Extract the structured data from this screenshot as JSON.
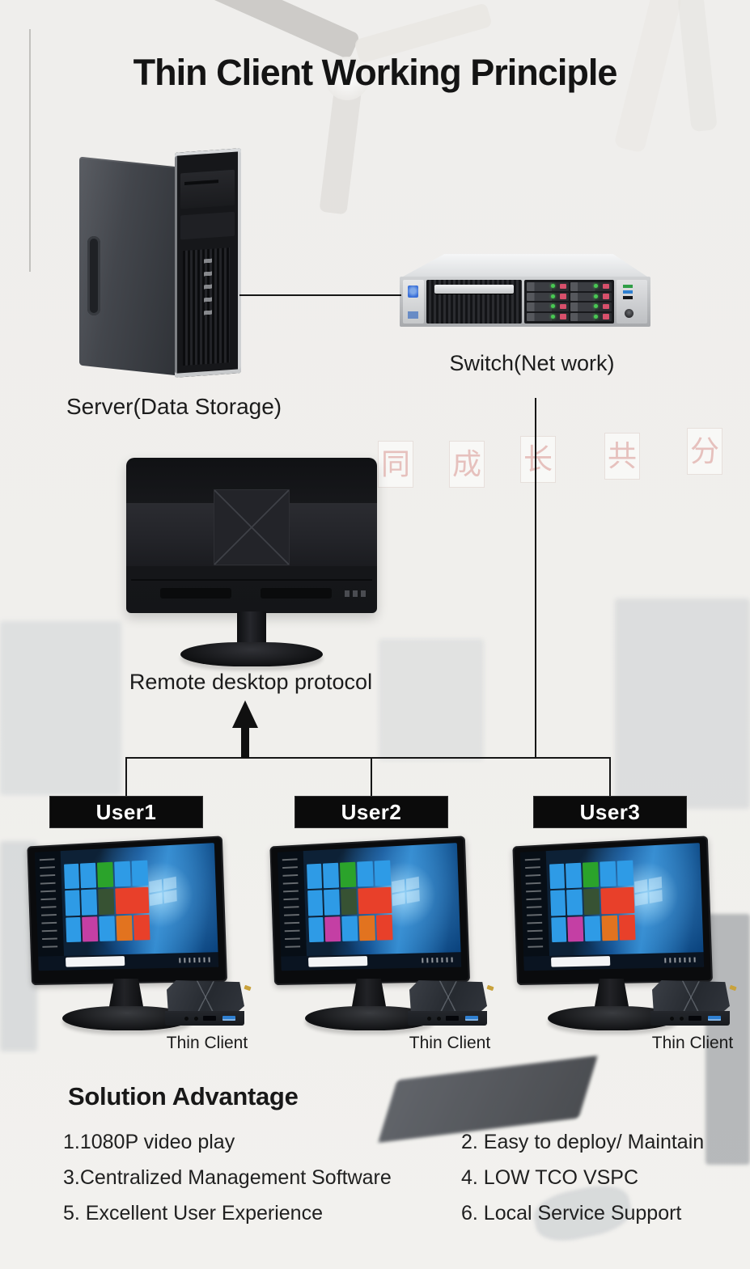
{
  "title": "Thin Client Working Principle",
  "diagram": {
    "server": {
      "label": "Server(Data Storage)"
    },
    "switch": {
      "label": "Switch(Net work)"
    },
    "protocol": {
      "label": "Remote desktop protocol"
    },
    "users": [
      {
        "name": "User1",
        "device": "Thin Client"
      },
      {
        "name": "User2",
        "device": "Thin Client"
      },
      {
        "name": "User3",
        "device": "Thin Client"
      }
    ]
  },
  "background_photo": {
    "wall_characters": [
      "同",
      "成",
      "长",
      "共",
      "分"
    ]
  },
  "advantages": {
    "heading": "Solution Advantage",
    "items": [
      "1.1080P video play",
      "2. Easy to deploy/ Maintain",
      "3.Centralized Management Software",
      "4. LOW TCO VSPC",
      "5. Excellent User Experience",
      "6. Local Service Support"
    ]
  },
  "colors": {
    "background": "#f0efec",
    "title_text": "#141414",
    "label_text": "#1c1c1c",
    "banner_bg": "#0b0b0b",
    "banner_text": "#ffffff",
    "connector_line": "#161616",
    "windows_wallpaper_blue": "#0f4d8f",
    "tile_blue": "#2e9be6",
    "tile_green": "#2ba32b",
    "tile_red": "#e8402a",
    "usb_port_blue": "#2f7fd0",
    "drive_led_green": "#49c853",
    "drive_tab_red": "#d7506b"
  }
}
